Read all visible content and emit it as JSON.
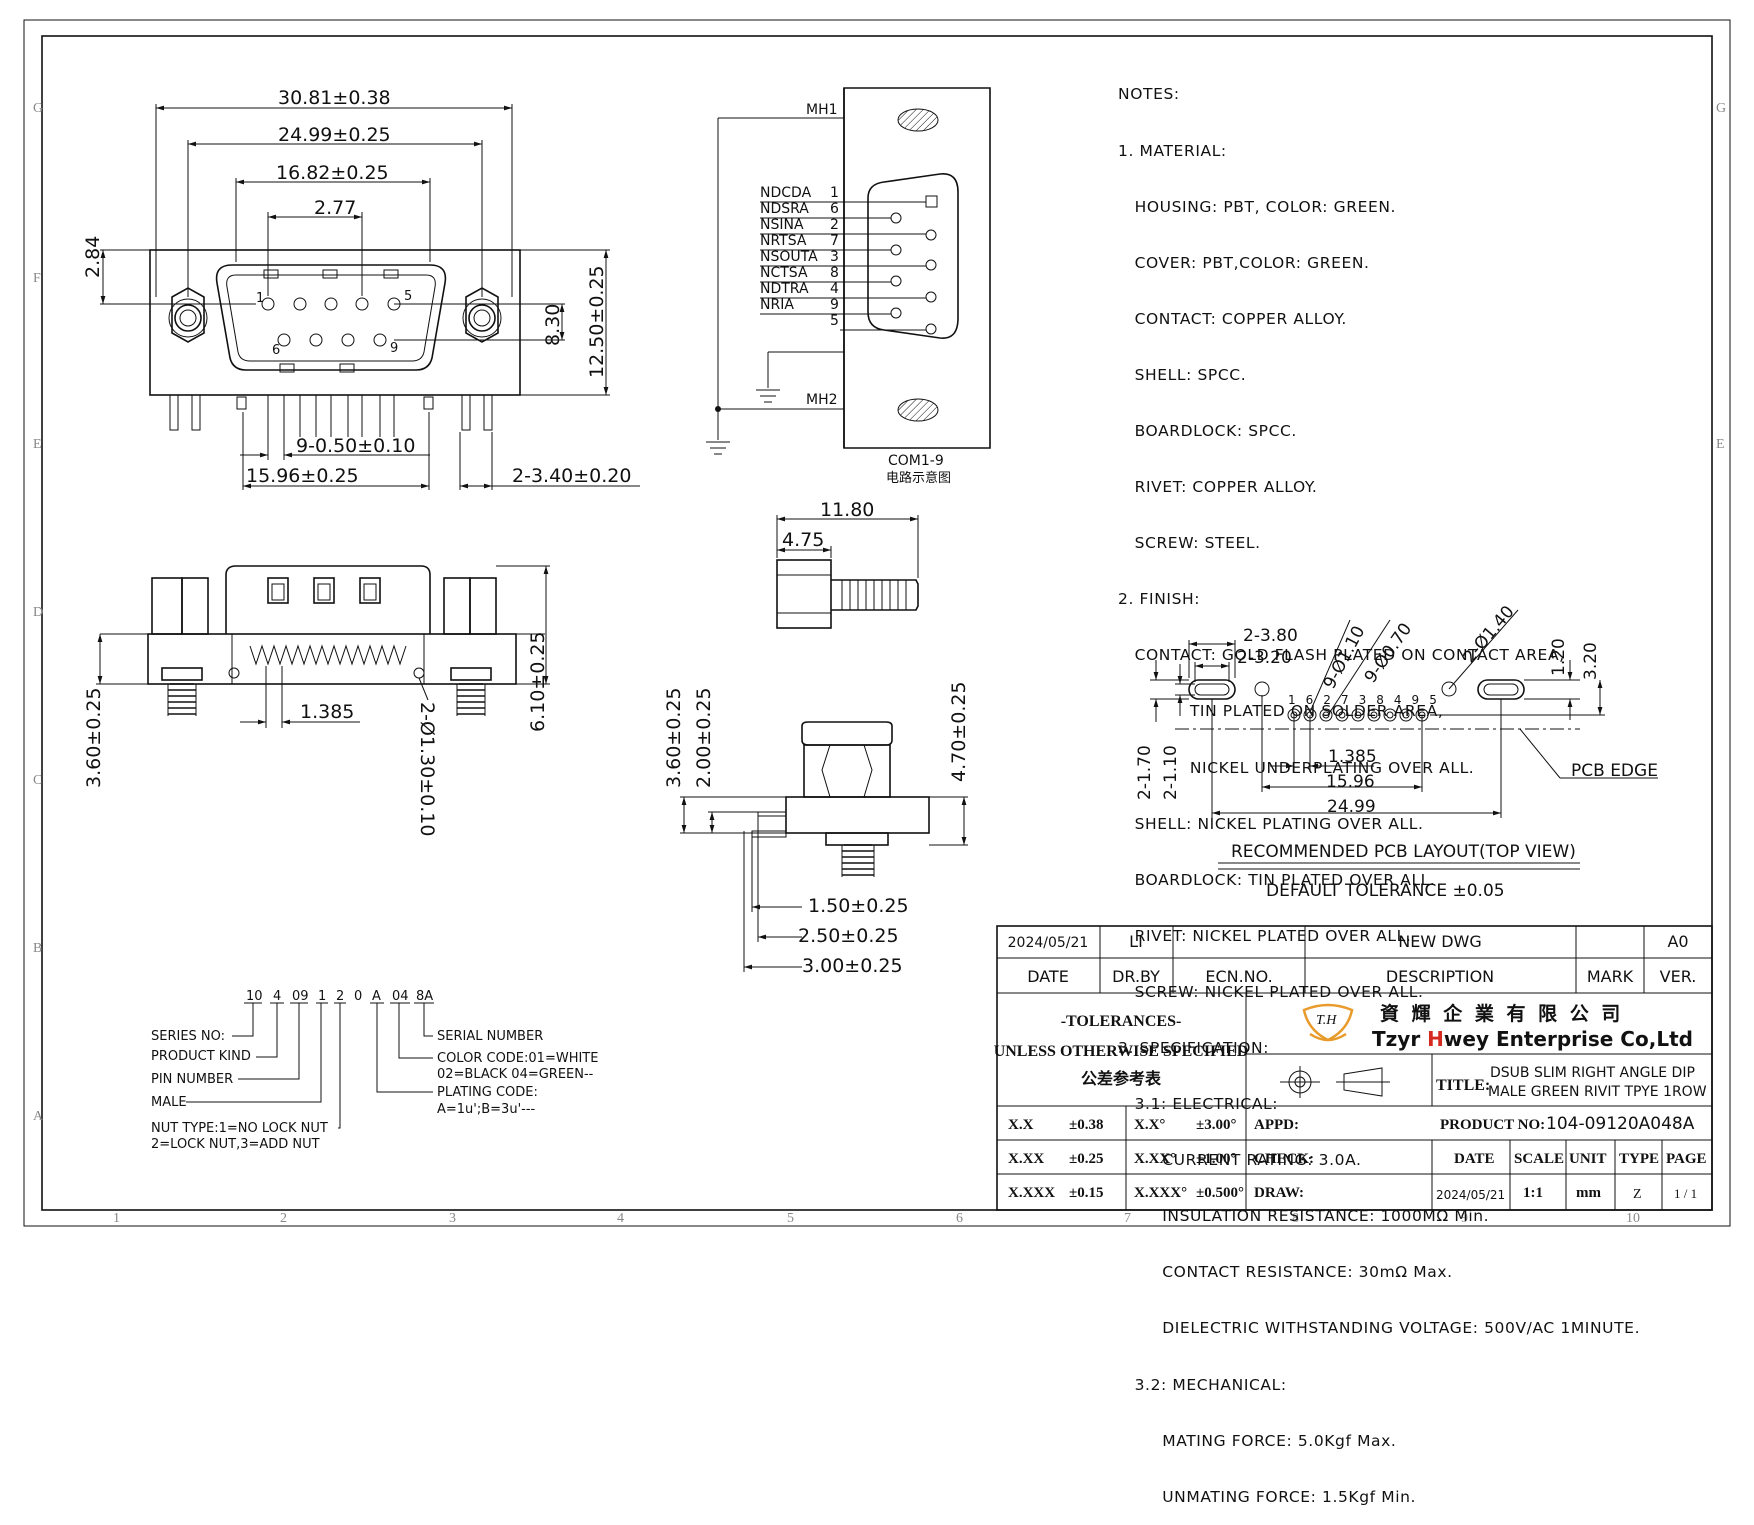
{
  "border": {
    "rows": [
      "G",
      "F",
      "E",
      "D",
      "C",
      "B",
      "A"
    ],
    "cols": [
      "1",
      "2",
      "3",
      "4",
      "5",
      "6",
      "7",
      "8",
      "9",
      "10"
    ]
  },
  "front_view": {
    "dims": [
      "30.81±0.38",
      "24.99±0.25",
      "16.82±0.25",
      "2.77",
      "2.84",
      "8.30",
      "12.50±0.25",
      "9-0.50±0.10",
      "15.96±0.25",
      "2-3.40±0.20"
    ],
    "pin_labels": [
      "1",
      "5",
      "6",
      "9"
    ]
  },
  "side_view": {
    "dims": [
      "1.385",
      "2-Ø1.30±0.10",
      "3.60±0.25",
      "6.10±0.25"
    ]
  },
  "schematic": {
    "mh1": "MH1",
    "mh2": "MH2",
    "signals": [
      "NDCDA",
      "NDSRA",
      "NSINA",
      "NRTSA",
      "NSOUTA",
      "NCTSA",
      "NDTRA",
      "NRIA"
    ],
    "pins": [
      "1",
      "6",
      "2",
      "7",
      "3",
      "8",
      "4",
      "9",
      "5"
    ],
    "caption": "COM1-9",
    "caption_cn": "电路示意图"
  },
  "screw_view": {
    "dims": [
      "11.80",
      "4.75"
    ]
  },
  "end_view": {
    "dims": [
      "3.60±0.25",
      "2.00±0.25",
      "4.70±0.25",
      "1.50±0.25",
      "2.50±0.25",
      "3.00±0.25"
    ]
  },
  "notes": [
    "NOTES:",
    "1. MATERIAL:",
    "   HOUSING: PBT, COLOR: GREEN.",
    "   COVER: PBT,COLOR: GREEN.",
    "   CONTACT: COPPER ALLOY.",
    "   SHELL: SPCC.",
    "   BOARDLOCK: SPCC.",
    "   RIVET: COPPER ALLOY.",
    "   SCREW: STEEL.",
    "2. FINISH:",
    "   CONTACT: GOLD FLASH PLATED ON CONTACT AREA,",
    "             TIN PLATED ON SOLDER AREA,",
    "             NICKEL UNDERPLATING OVER ALL.",
    "   SHELL: NICKEL PLATING OVER ALL.",
    "   BOARDLOCK: TIN PLATED OVER ALL.",
    "   RIVET: NICKEL PLATED OVER ALL.",
    "   SCREW: NICKEL PLATED OVER ALL.",
    "3. SPECIFICATION:",
    "   3.1: ELECTRICAL:",
    "        CURRENT RATING: 3.0A.",
    "        INSULATION RESISTANCE: 1000MΩ Min.",
    "        CONTACT RESISTANCE: 30mΩ Max.",
    "        DIELECTRIC WITHSTANDING VOLTAGE: 500V/AC 1MINUTE.",
    "   3.2: MECHANICAL:",
    "        MATING FORCE: 5.0Kgf Max.",
    "        UNMATING FORCE: 1.5Kgf Min."
  ],
  "pcb_layout": {
    "dims": [
      "2-3.80",
      "2-3.20",
      "9-Ø1.10",
      "9-Ø0.70",
      "2-Ø1.40",
      "1.20",
      "3.20",
      "2-1.70",
      "2-1.10",
      "1.385",
      "15.96",
      "24.99"
    ],
    "pin_numbers": "1 6 2 7 3 8 4 9 5",
    "pcb_edge": "PCB EDGE",
    "title": "RECOMMENDED PCB LAYOUT(TOP VIEW)",
    "tolerance": "DEFAULT TOLERANCE ±0.05"
  },
  "part_number": {
    "codes": [
      "10",
      "4",
      "09",
      "1",
      "2",
      "0",
      "A",
      "04",
      "8A"
    ],
    "series": "SERIES NO:",
    "kind": "PRODUCT KIND",
    "pin_number": "PIN NUMBER",
    "male": "MALE",
    "nut1": "NUT TYPE:1=NO LOCK NUT",
    "nut2": "2=LOCK NUT,3=ADD NUT",
    "serial": "SERIAL NUMBER",
    "color1": "COLOR CODE:01=WHITE",
    "color2": "02=BLACK 04=GREEN--",
    "plating1": "PLATING CODE:",
    "plating2": "A=1u';B=3u'---"
  },
  "title_block": {
    "rev_date": "2024/05/21",
    "rev_by": "LI",
    "rev_desc": "NEW DWG",
    "rev_ver": "A0",
    "h_date": "DATE",
    "h_drby": "DR.BY",
    "h_ecn": "ECN.NO.",
    "h_desc": "DESCRIPTION",
    "h_mark": "MARK",
    "h_ver": "VER.",
    "tol1": "-TOLERANCES-",
    "tol2": "UNLESS OTHERWISE SPECIFIED",
    "tol3": "公差参考表",
    "company_cn": "資 輝 企 業 有 限 公 司",
    "company_en_1": "Tzyr ",
    "company_en_h": "H",
    "company_en_2": "wey Enterprise Co,Ltd",
    "logo_text": "T.H",
    "title_label": "TITLE:",
    "title_1": "DSUB SLIM RIGHT ANGLE DIP",
    "title_2": "MALE GREEN RIVIT TPYE 1ROW",
    "product_label": "PRODUCT NO:",
    "product_no": "104-09120A048A",
    "tol_rows": [
      {
        "a": "X.X",
        "b": "±0.38",
        "c": "X.X°",
        "d": "±3.00°"
      },
      {
        "a": "X.XX",
        "b": "±0.25",
        "c": "X.XX°",
        "d": "±1.00°"
      },
      {
        "a": "X.XXX",
        "b": "±0.15",
        "c": "X.XXX°",
        "d": "±0.500°"
      }
    ],
    "appd": "APPD:",
    "check": "CHECK:",
    "draw": "DRAW:",
    "h_date2": "DATE",
    "h_scale": "SCALE",
    "h_unit": "UNIT",
    "h_type": "TYPE",
    "h_page": "PAGE",
    "date": "2024/05/21",
    "scale": "1:1",
    "unit": "mm",
    "type": "Z",
    "page": "1 / 1"
  },
  "colors": {
    "logo_red": "#d42a1f",
    "logo_orange": "#e89b2b",
    "line": "#111111"
  }
}
